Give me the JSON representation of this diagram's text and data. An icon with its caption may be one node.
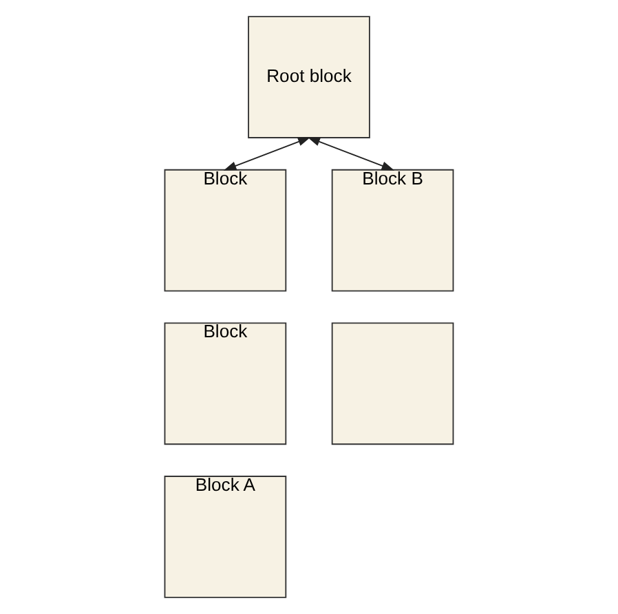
{
  "diagram": {
    "nodes": [
      {
        "text": [
          "Root block"
        ]
      },
      {
        "text": [
          "Block"
        ]
      },
      {
        "text": [
          "Block"
        ]
      },
      {
        "text": [
          "Block A"
        ]
      },
      {
        "text": [
          "Block B"
        ]
      },
      {
        "text": [],
        "shape": "box"
      }
    ],
    "edges": [
      {
        "from": 0,
        "to": 1,
        "arrow": "both"
      },
      {
        "from": 0,
        "to": 4,
        "arrow": "both"
      }
    ]
  }
}
